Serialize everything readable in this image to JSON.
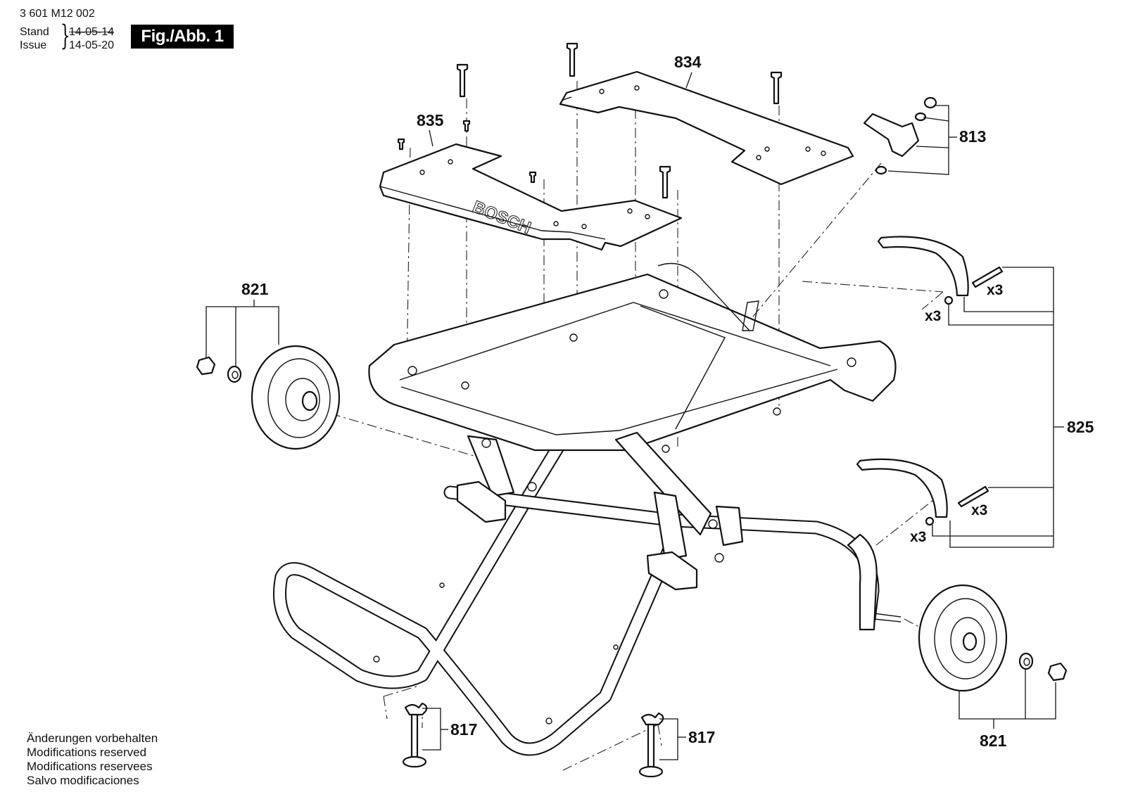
{
  "header": {
    "doc_number": "3 601 M12 002",
    "stand_label": "Stand",
    "issue_label": "Issue",
    "date_superseded": "14-05-14",
    "date_current": "14-05-20",
    "figure_label": "Fig./Abb. 1"
  },
  "brand_marking": "BOSCH",
  "callouts": {
    "p834": "834",
    "p835": "835",
    "p813": "813",
    "p821_left": "821",
    "p821_right": "821",
    "p825": "825",
    "p817_left": "817",
    "p817_right": "817"
  },
  "multipliers": {
    "upper_screw": "x3",
    "upper_nut": "x3",
    "lower_screw": "x3",
    "lower_nut": "x3"
  },
  "footer_notes": [
    "Änderungen vorbehalten",
    "Modifications reserved",
    "Modifications reservees",
    "Salvo modificaciones"
  ]
}
